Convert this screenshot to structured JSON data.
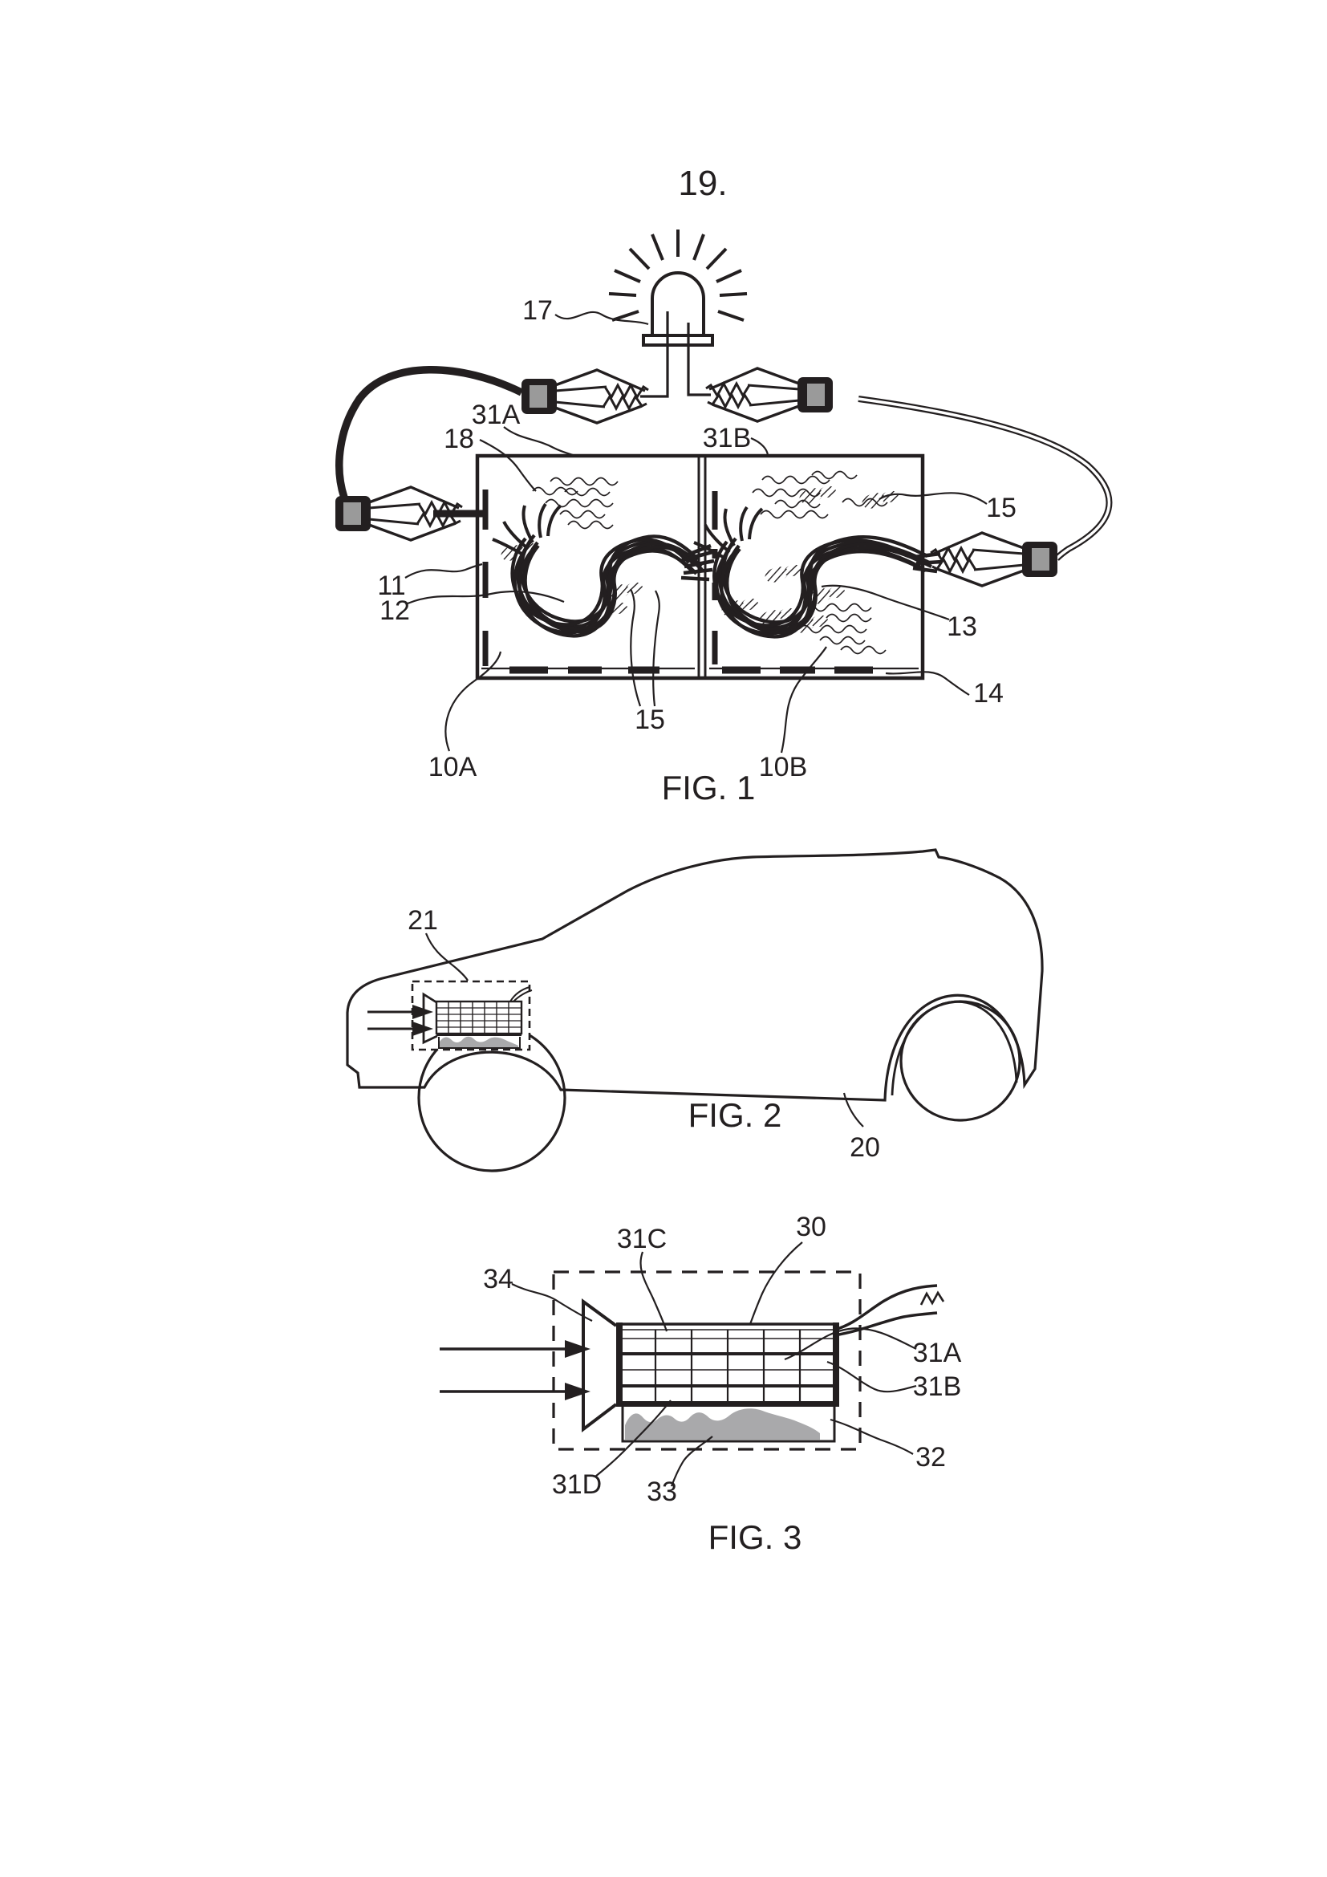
{
  "page": {
    "type": "patent-drawing-sheet",
    "background_color": "#ffffff",
    "ink_color": "#231f20",
    "terminal_gray": "#9a9a9a",
    "sediment_gray": "#a9a9ab",
    "sheet_number": "19."
  },
  "fig1": {
    "caption": "FIG. 1",
    "labels": {
      "lamp": "17",
      "electrode_a": "31A",
      "vapor": "18",
      "electrode_b": "31B",
      "particles_right": "15",
      "liner": "11",
      "bundle_left": "12",
      "bundle_right": "13",
      "base_electrode": "14",
      "particles_bottom": "15",
      "cell_a": "10A",
      "cell_b": "10B"
    }
  },
  "fig2": {
    "caption": "FIG. 2",
    "labels": {
      "filter_unit": "21",
      "vehicle": "20"
    }
  },
  "fig3": {
    "caption": "FIG. 3",
    "labels": {
      "air_inlet": "34",
      "grid_top": "31C",
      "assembly": "30",
      "grid_layer_a": "31A",
      "grid_layer_b": "31B",
      "collection_tray": "32",
      "grid_bottom": "31D",
      "sediment": "33"
    }
  }
}
